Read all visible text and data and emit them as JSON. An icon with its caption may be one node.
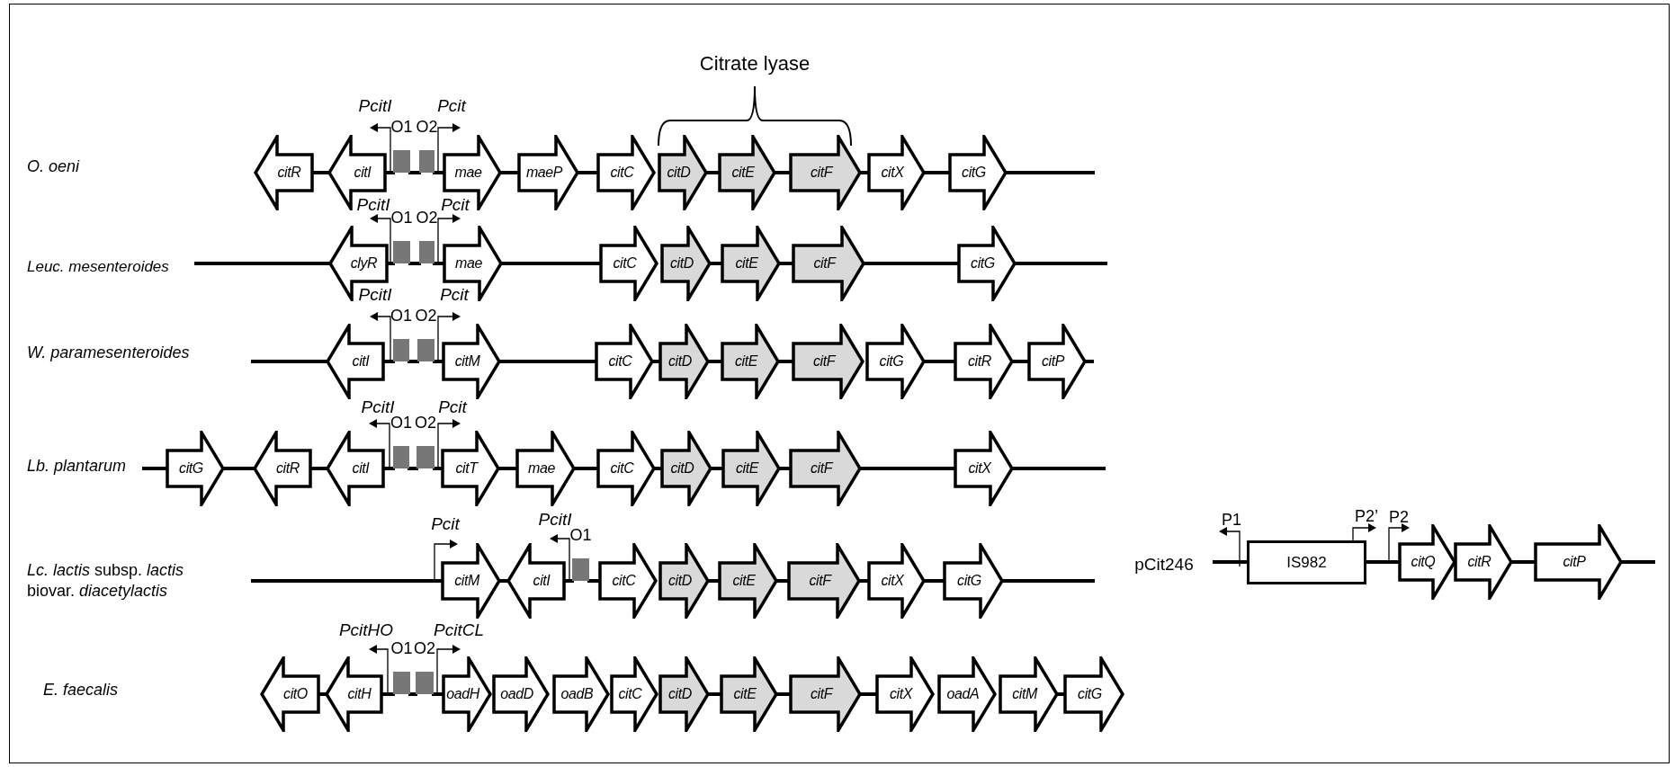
{
  "diagram": {
    "nodes": [
      {
        "text": [
          "citR"
        ]
      },
      {
        "text": [
          "citI"
        ]
      },
      {
        "text": [
          "O1"
        ]
      },
      {
        "text": [
          "O2"
        ]
      },
      {
        "text": [
          "mae"
        ]
      },
      {
        "text": [
          "maeP"
        ]
      },
      {
        "text": [
          "citC"
        ]
      },
      {
        "text": [
          "citD"
        ]
      },
      {
        "text": [
          "citE"
        ]
      },
      {
        "text": [
          "citF"
        ]
      },
      {
        "text": [
          "citX"
        ]
      },
      {
        "text": [
          "citG"
        ]
      },
      {
        "text": [
          "clyR"
        ]
      },
      {
        "text": [
          "O1"
        ]
      },
      {
        "text": [
          "O2"
        ]
      },
      {
        "text": [
          "mae"
        ]
      },
      {
        "text": [
          "citC"
        ]
      },
      {
        "text": [
          "citD"
        ]
      },
      {
        "text": [
          "citE"
        ]
      },
      {
        "text": [
          "citF"
        ]
      },
      {
        "text": [
          "citG"
        ]
      },
      {
        "text": [
          "citI"
        ]
      },
      {
        "text": [
          "O1"
        ]
      },
      {
        "text": [
          "O2"
        ]
      },
      {
        "text": [
          "citM"
        ]
      },
      {
        "text": [
          "citC"
        ]
      },
      {
        "text": [
          "citD"
        ]
      },
      {
        "text": [
          "citE"
        ]
      },
      {
        "text": [
          "citF"
        ]
      },
      {
        "text": [
          "citG"
        ]
      },
      {
        "text": [
          "citR"
        ]
      },
      {
        "text": [
          "citP"
        ]
      },
      {
        "text": [
          "citG"
        ]
      },
      {
        "text": [
          "citR"
        ]
      },
      {
        "text": [
          "citI"
        ]
      },
      {
        "text": [
          "O1"
        ]
      },
      {
        "text": [
          "O2"
        ]
      },
      {
        "text": [
          "citT"
        ]
      },
      {
        "text": [
          "mae"
        ]
      },
      {
        "text": [
          "citC"
        ]
      },
      {
        "text": [
          "citD"
        ]
      },
      {
        "text": [
          "citE"
        ]
      },
      {
        "text": [
          "citF"
        ]
      },
      {
        "text": [
          "citX"
        ]
      },
      {
        "text": [
          "citM"
        ]
      },
      {
        "text": [
          "citI"
        ]
      },
      {
        "text": [
          "O1"
        ]
      },
      {
        "text": [
          "citC"
        ]
      },
      {
        "text": [
          "citD"
        ]
      },
      {
        "text": [
          "citE"
        ]
      },
      {
        "text": [
          "citF"
        ]
      },
      {
        "text": [
          "citX"
        ]
      },
      {
        "text": [
          "citG"
        ]
      },
      {
        "text": [
          "IS982"
        ]
      },
      {
        "text": [
          "citQ"
        ]
      },
      {
        "text": [
          "citR"
        ]
      },
      {
        "text": [
          "citP"
        ]
      },
      {
        "text": [
          "citO"
        ]
      },
      {
        "text": [
          "citH"
        ]
      },
      {
        "text": [
          "O1"
        ]
      },
      {
        "text": [
          "O2"
        ]
      },
      {
        "text": [
          "oadH"
        ]
      },
      {
        "text": [
          "oadD"
        ]
      },
      {
        "text": [
          "oadB"
        ]
      },
      {
        "text": [
          "citC"
        ]
      },
      {
        "text": [
          "citD"
        ]
      },
      {
        "text": [
          "citE"
        ]
      },
      {
        "text": [
          "citF"
        ]
      },
      {
        "text": [
          "citX"
        ]
      },
      {
        "text": [
          "oadA"
        ]
      },
      {
        "text": [
          "citM"
        ]
      },
      {
        "text": [
          "citG"
        ]
      }
    ],
    "edges": [
      {
        "from": 0,
        "to": 1,
        "arrow": "none"
      },
      {
        "from": 1,
        "to": 2,
        "arrow": "none"
      },
      {
        "from": 2,
        "to": 3,
        "arrow": "none"
      },
      {
        "from": 3,
        "to": 4,
        "arrow": "none"
      },
      {
        "from": 4,
        "to": 5,
        "arrow": "none"
      },
      {
        "from": 5,
        "to": 6,
        "arrow": "none"
      },
      {
        "from": 7,
        "to": 8,
        "arrow": "none"
      },
      {
        "from": 8,
        "to": 9,
        "arrow": "none"
      },
      {
        "from": 9,
        "to": 10,
        "arrow": "none"
      },
      {
        "from": 10,
        "to": 11,
        "arrow": "none"
      },
      {
        "from": 11,
        "to": null,
        "arrow": "none"
      },
      {
        "from": null,
        "to": 12,
        "arrow": "none"
      },
      {
        "from": 12,
        "to": 13,
        "arrow": "none"
      },
      {
        "from": 13,
        "to": 14,
        "arrow": "none"
      },
      {
        "from": 14,
        "to": 15,
        "arrow": "none"
      },
      {
        "from": 15,
        "to": 16,
        "arrow": "none"
      },
      {
        "from": 17,
        "to": 18,
        "arrow": "none"
      },
      {
        "from": 18,
        "to": 19,
        "arrow": "none"
      },
      {
        "from": 19,
        "to": 20,
        "arrow": "none"
      },
      {
        "from": 20,
        "to": null,
        "arrow": "none"
      },
      {
        "from": null,
        "to": 21,
        "arrow": "none"
      },
      {
        "from": 21,
        "to": 22,
        "arrow": "none"
      },
      {
        "from": 22,
        "to": 23,
        "arrow": "none"
      },
      {
        "from": 23,
        "to": 24,
        "arrow": "none"
      },
      {
        "from": 24,
        "to": 25,
        "arrow": "none"
      },
      {
        "from": 25,
        "to": 26,
        "arrow": "none"
      },
      {
        "from": 26,
        "to": 27,
        "arrow": "none"
      },
      {
        "from": 27,
        "to": 28,
        "arrow": "none"
      },
      {
        "from": 29,
        "to": 30,
        "arrow": "none"
      },
      {
        "from": 30,
        "to": 31,
        "arrow": "none"
      },
      {
        "from": 31,
        "to": null,
        "arrow": "none"
      },
      {
        "from": null,
        "to": 32,
        "arrow": "none"
      },
      {
        "from": 32,
        "to": 33,
        "arrow": "none"
      },
      {
        "from": 33,
        "to": 34,
        "arrow": "none"
      },
      {
        "from": 34,
        "to": 35,
        "arrow": "none"
      },
      {
        "from": 35,
        "to": 36,
        "arrow": "none"
      },
      {
        "from": 36,
        "to": 37,
        "arrow": "none"
      },
      {
        "from": 37,
        "to": 38,
        "arrow": "none"
      },
      {
        "from": 38,
        "to": 39,
        "arrow": "none"
      },
      {
        "from": 39,
        "to": 40,
        "arrow": "none"
      },
      {
        "from": 40,
        "to": 41,
        "arrow": "none"
      },
      {
        "from": 41,
        "to": 42,
        "arrow": "none"
      },
      {
        "from": 42,
        "to": 43,
        "arrow": "none"
      },
      {
        "from": 43,
        "to": null,
        "arrow": "none"
      },
      {
        "from": null,
        "to": 44,
        "arrow": "none"
      },
      {
        "from": 44,
        "to": 45,
        "arrow": "none"
      },
      {
        "from": 45,
        "to": 46,
        "arrow": "none"
      },
      {
        "from": 46,
        "to": 47,
        "arrow": "none"
      },
      {
        "from": 48,
        "to": 49,
        "arrow": "none"
      },
      {
        "from": 49,
        "to": 50,
        "arrow": "none"
      },
      {
        "from": 50,
        "to": 51,
        "arrow": "none"
      },
      {
        "from": 51,
        "to": 52,
        "arrow": "none"
      },
      {
        "from": 52,
        "to": null,
        "arrow": "none"
      },
      {
        "from": null,
        "to": 53,
        "arrow": "none"
      },
      {
        "from": 53,
        "to": 54,
        "arrow": "none"
      },
      {
        "from": 55,
        "to": 56,
        "arrow": "none"
      },
      {
        "from": 56,
        "to": null,
        "arrow": "none"
      },
      {
        "from": 57,
        "to": 58,
        "arrow": "none"
      },
      {
        "from": 58,
        "to": 59,
        "arrow": "none"
      },
      {
        "from": 59,
        "to": 60,
        "arrow": "none"
      },
      {
        "from": 60,
        "to": 61,
        "arrow": "none"
      },
      {
        "from": 65,
        "to": 66,
        "arrow": "none"
      },
      {
        "from": 66,
        "to": 67,
        "arrow": "none"
      },
      {
        "from": 67,
        "to": 68,
        "arrow": "none"
      },
      {
        "from": 70,
        "to": 71,
        "arrow": "none"
      }
    ],
    "labels": [
      "Citrate lyase",
      "O. oeni",
      "PcitI",
      "Pcit",
      "Leuc. mesenteroides",
      "PcitI",
      "Pcit",
      "W. paramesenteroides",
      "PcitI",
      "Pcit",
      "Lb. plantarum",
      "PcitI",
      "Pcit",
      "Pcit",
      "PcitI",
      "*Lc. lactis* subsp. *lactis* biovar. *diacetylactis*",
      "pCit246",
      "P1",
      "P2’",
      "P2",
      "PcitHO",
      "PcitCL",
      "E. faecalis"
    ]
  }
}
